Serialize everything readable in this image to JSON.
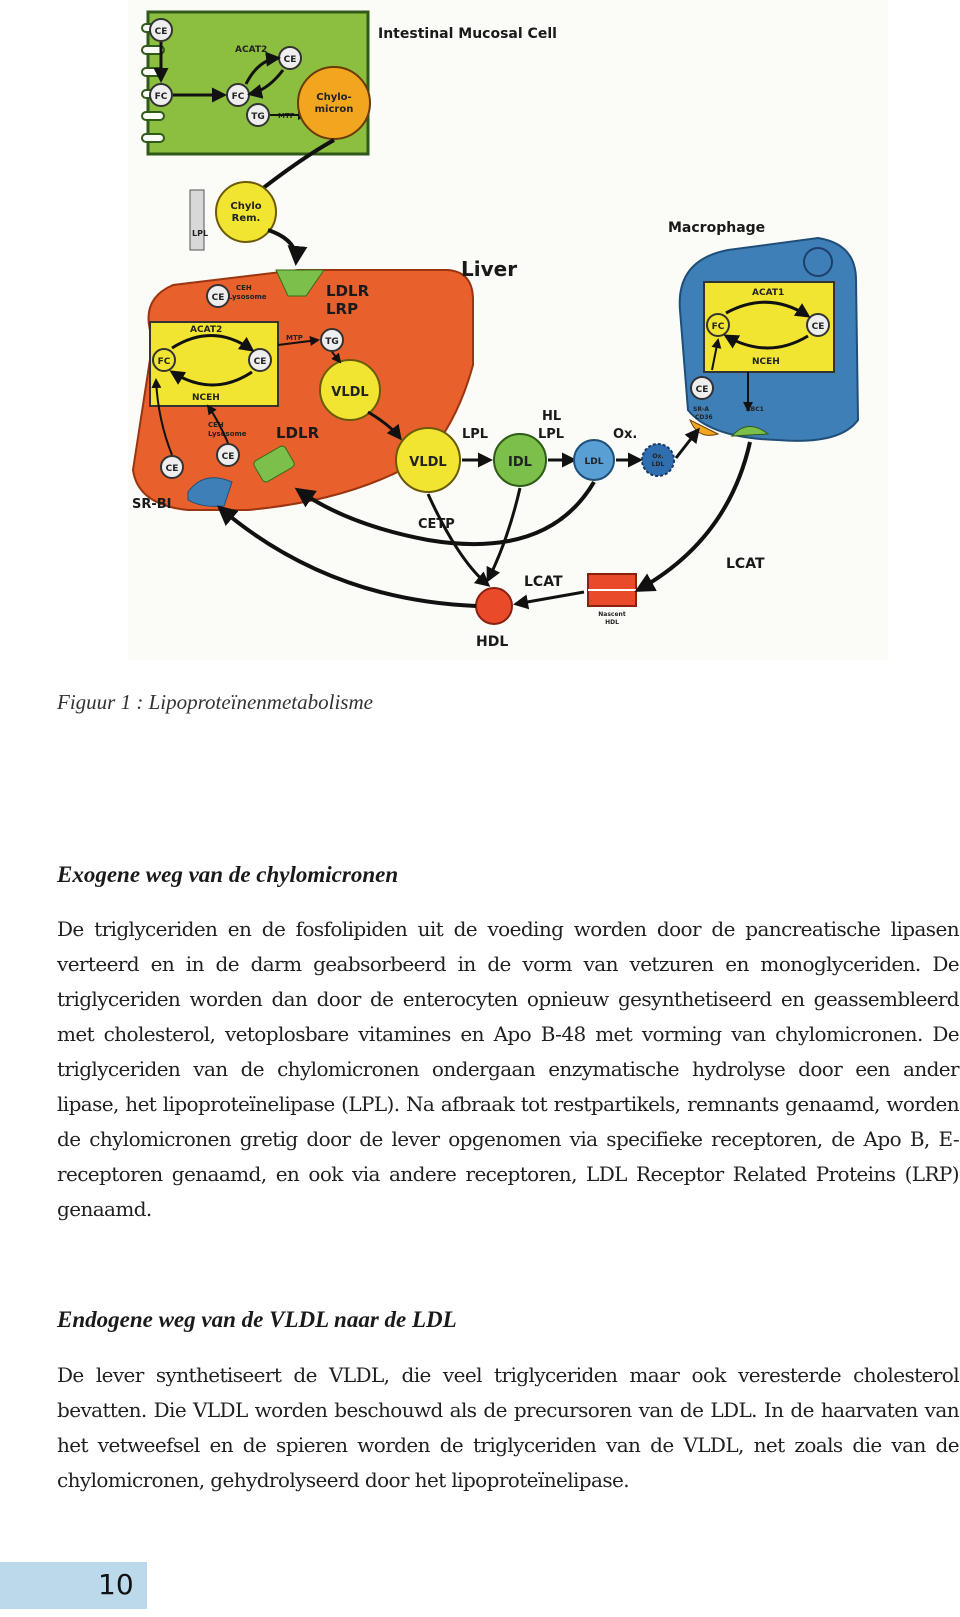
{
  "figure": {
    "labels": {
      "intestinal_cell": "Intestinal Mucosal Cell",
      "acat2_top": "ACAT2",
      "ce": "CE",
      "fc": "FC",
      "tg": "TG",
      "mtp": "MTP",
      "chylomicron": [
        "Chylo-",
        "micron"
      ],
      "chylo_rem": [
        "Chylo",
        "Rem."
      ],
      "lpl": "LPL",
      "liver": "Liver",
      "ldlr_lrp": [
        "LDLR",
        "LRP"
      ],
      "ceh_lysosome": [
        "CEH",
        "Lysosome"
      ],
      "acat2_liver": "ACAT2",
      "nceh": "NCEH",
      "vldl": "VLDL",
      "ldlr": "LDLR",
      "sr_bi": "SR-BI",
      "idl": "IDL",
      "ldl": "LDL",
      "hl_lpl": [
        "HL",
        "LPL"
      ],
      "ox": "Ox.",
      "ox_ldl": [
        "Ox.",
        "LDL"
      ],
      "cetp": "CETP",
      "lcat_bottom": "LCAT",
      "lcat_right": "LCAT",
      "hdl": "HDL",
      "nascent_hdl": [
        "Nascent",
        "HDL"
      ],
      "macrophage": "Macrophage",
      "acat1": "ACAT1",
      "abc1": "ABC1",
      "sra_cd36": [
        "SR-A",
        "CD36"
      ]
    }
  },
  "caption": "Figuur 1 : Lipoproteïnenmetabolisme",
  "sections": [
    {
      "heading": "Exogene weg van de chylomicronen",
      "body": "De triglyceriden en de fosfolipiden uit de voeding worden door de pancreatische lipasen verteerd en in de darm geabsorbeerd in de vorm van vetzuren en monoglyceriden. De triglyceriden worden dan door de enterocyten opnieuw gesynthetiseerd en geassembleerd met cholesterol, vetoplosbare vitamines en Apo B-48 met vorming van chylomicronen. De triglyceriden van de chylomicronen ondergaan enzymatische hydrolyse door een ander lipase, het lipoproteïnelipase (LPL). Na afbraak tot restpartikels, remnants genaamd, worden de chylomicronen gretig door de lever opgenomen via specifieke receptoren, de Apo B, E-receptoren genaamd, en ook via andere receptoren, LDL Receptor Related Proteins (LRP) genaamd."
    },
    {
      "heading": "Endogene weg van de VLDL naar de LDL",
      "body": "De lever synthetiseert de VLDL, die veel triglyceriden maar ook veresterde cholesterol bevatten. Die VLDL worden beschouwd als de precursoren van de LDL. In de haarvaten van het vetweefsel en de spieren worden de triglyceriden van de VLDL, net zoals die van de chylomicronen, gehydrolyseerd door het lipoproteïnelipase."
    }
  ],
  "page_number": "10",
  "colors": {
    "intestine": "#8cbf3f",
    "liver": "#e8602c",
    "macrophage": "#3f7fb8",
    "particle": "#f2e531",
    "ldl_blue": "#5a9fd4",
    "hdl_red": "#e84a2a",
    "page_tab": "#bcd9ec"
  }
}
